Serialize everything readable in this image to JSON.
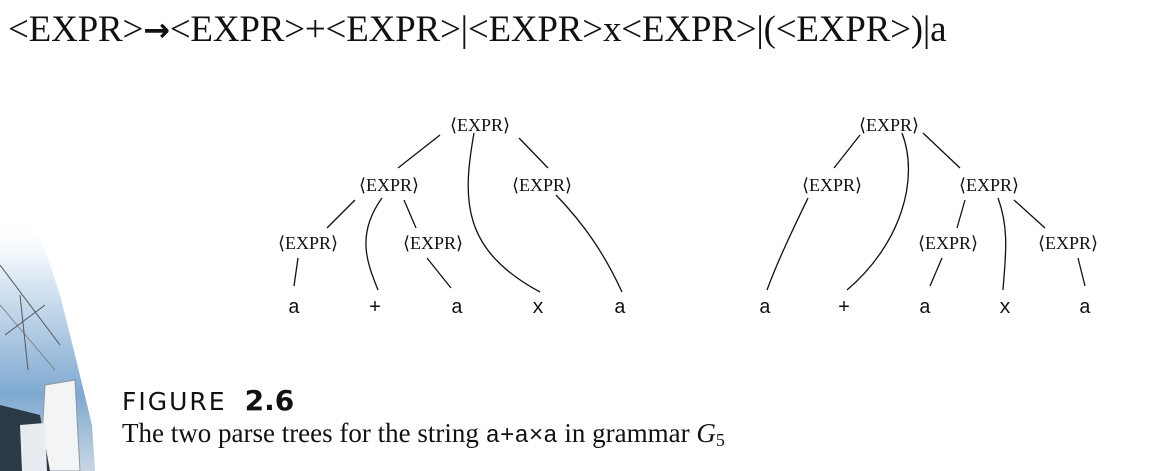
{
  "rule": {
    "lhs": "<EXPR>",
    "arrow": "→",
    "rhs": "<EXPR>+<EXPR>|<EXPR>x<EXPR>|(<EXPR>)|a"
  },
  "tree_left": {
    "root": "⟨EXPR⟩",
    "n1": "⟨EXPR⟩",
    "n2": "⟨EXPR⟩",
    "n3": "⟨EXPR⟩",
    "n4": "⟨EXPR⟩",
    "leaves": [
      "a",
      "+",
      "a",
      "x",
      "a"
    ]
  },
  "tree_right": {
    "root": "⟨EXPR⟩",
    "n1": "⟨EXPR⟩",
    "n2": "⟨EXPR⟩",
    "n3": "⟨EXPR⟩",
    "n4": "⟨EXPR⟩",
    "leaves": [
      "a",
      "+",
      "a",
      "x",
      "a"
    ]
  },
  "figure": {
    "label": "FIGURE",
    "number": "2.6",
    "caption_prefix": "The two parse trees for the string ",
    "caption_string": "a+a×a",
    "caption_mid": " in grammar ",
    "caption_grammar": "G",
    "caption_grammar_sub": "5"
  },
  "colors": {
    "text": "#111111",
    "background": "#ffffff",
    "decor_sky": "#cfe2f3"
  }
}
